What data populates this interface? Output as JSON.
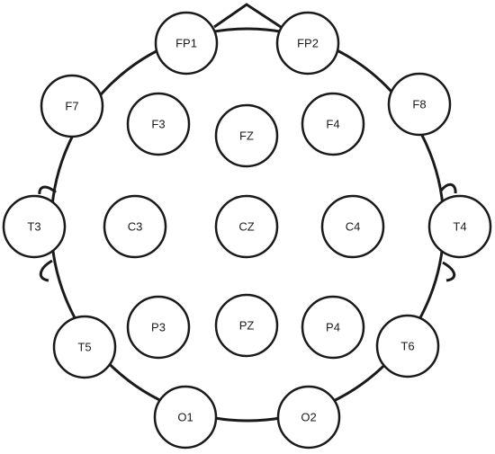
{
  "diagram": {
    "electrodes": [
      {
        "id": "fp1",
        "label": "FP1"
      },
      {
        "id": "fp2",
        "label": "FP2"
      },
      {
        "id": "f7",
        "label": "F7"
      },
      {
        "id": "f8",
        "label": "F8"
      },
      {
        "id": "f3",
        "label": "F3"
      },
      {
        "id": "fz",
        "label": "FZ"
      },
      {
        "id": "f4",
        "label": "F4"
      },
      {
        "id": "t3",
        "label": "T3"
      },
      {
        "id": "c3",
        "label": "C3"
      },
      {
        "id": "cz",
        "label": "CZ"
      },
      {
        "id": "c4",
        "label": "C4"
      },
      {
        "id": "t4",
        "label": "T4"
      },
      {
        "id": "p3",
        "label": "P3"
      },
      {
        "id": "pz",
        "label": "PZ"
      },
      {
        "id": "p4",
        "label": "P4"
      },
      {
        "id": "t5",
        "label": "T5"
      },
      {
        "id": "t6",
        "label": "T6"
      },
      {
        "id": "o1",
        "label": "O1"
      },
      {
        "id": "o2",
        "label": "O2"
      }
    ]
  }
}
